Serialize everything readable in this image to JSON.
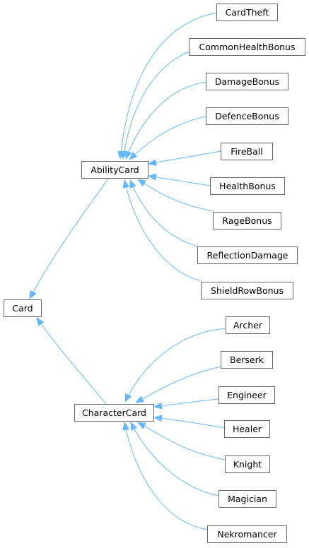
{
  "colors": {
    "edge": "#63b8ff",
    "node_border": "#666666",
    "node_fill": "#ffffff",
    "text": "#000000"
  },
  "nodes": {
    "card": "Card",
    "ability_card": "AbilityCard",
    "character_card": "CharacterCard",
    "card_theft": "CardTheft",
    "common_health_bonus": "CommonHealthBonus",
    "damage_bonus": "DamageBonus",
    "defence_bonus": "DefenceBonus",
    "fire_ball": "FireBall",
    "health_bonus": "HealthBonus",
    "rage_bonus": "RageBonus",
    "reflection_damage": "ReflectionDamage",
    "shield_row_bonus": "ShieldRowBonus",
    "archer": "Archer",
    "berserk": "Berserk",
    "engineer": "Engineer",
    "healer": "Healer",
    "knight": "Knight",
    "magician": "Magician",
    "nekromancer": "Nekromancer"
  },
  "edges": [
    [
      "ability_card",
      "card"
    ],
    [
      "character_card",
      "card"
    ],
    [
      "card_theft",
      "ability_card"
    ],
    [
      "common_health_bonus",
      "ability_card"
    ],
    [
      "damage_bonus",
      "ability_card"
    ],
    [
      "defence_bonus",
      "ability_card"
    ],
    [
      "fire_ball",
      "ability_card"
    ],
    [
      "health_bonus",
      "ability_card"
    ],
    [
      "rage_bonus",
      "ability_card"
    ],
    [
      "reflection_damage",
      "ability_card"
    ],
    [
      "shield_row_bonus",
      "ability_card"
    ],
    [
      "archer",
      "character_card"
    ],
    [
      "berserk",
      "character_card"
    ],
    [
      "engineer",
      "character_card"
    ],
    [
      "healer",
      "character_card"
    ],
    [
      "knight",
      "character_card"
    ],
    [
      "magician",
      "character_card"
    ],
    [
      "nekromancer",
      "character_card"
    ]
  ]
}
